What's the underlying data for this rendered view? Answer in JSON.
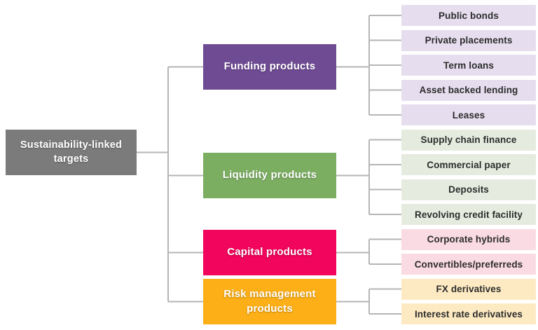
{
  "diagram": {
    "title_hint": "Sustainability-linked product tree",
    "background": "#ffffff",
    "connector_color": "#b5b5b5",
    "root": {
      "label": "Sustainability-linked targets",
      "bg": "#7b7b7b",
      "text_color": "#ffffff"
    },
    "groups": [
      {
        "label": "Funding products",
        "color": "#6f4b94",
        "light_color": "#e6ddee",
        "children": [
          "Public bonds",
          "Private placements",
          "Term loans",
          "Asset backed lending",
          "Leases"
        ]
      },
      {
        "label": "Liquidity products",
        "color": "#7cae62",
        "light_color": "#e5ecdf",
        "children": [
          "Supply chain finance",
          "Commercial paper",
          "Deposits",
          "Revolving credit facility"
        ]
      },
      {
        "label": "Capital products",
        "color": "#f2055c",
        "light_color": "#fadbe3",
        "children": [
          "Corporate hybrids",
          "Convertibles/preferreds"
        ]
      },
      {
        "label": "Risk management products",
        "color": "#fcaf17",
        "light_color": "#fdeac2",
        "children": [
          "FX derivatives",
          "Interest rate derivatives"
        ]
      }
    ]
  }
}
